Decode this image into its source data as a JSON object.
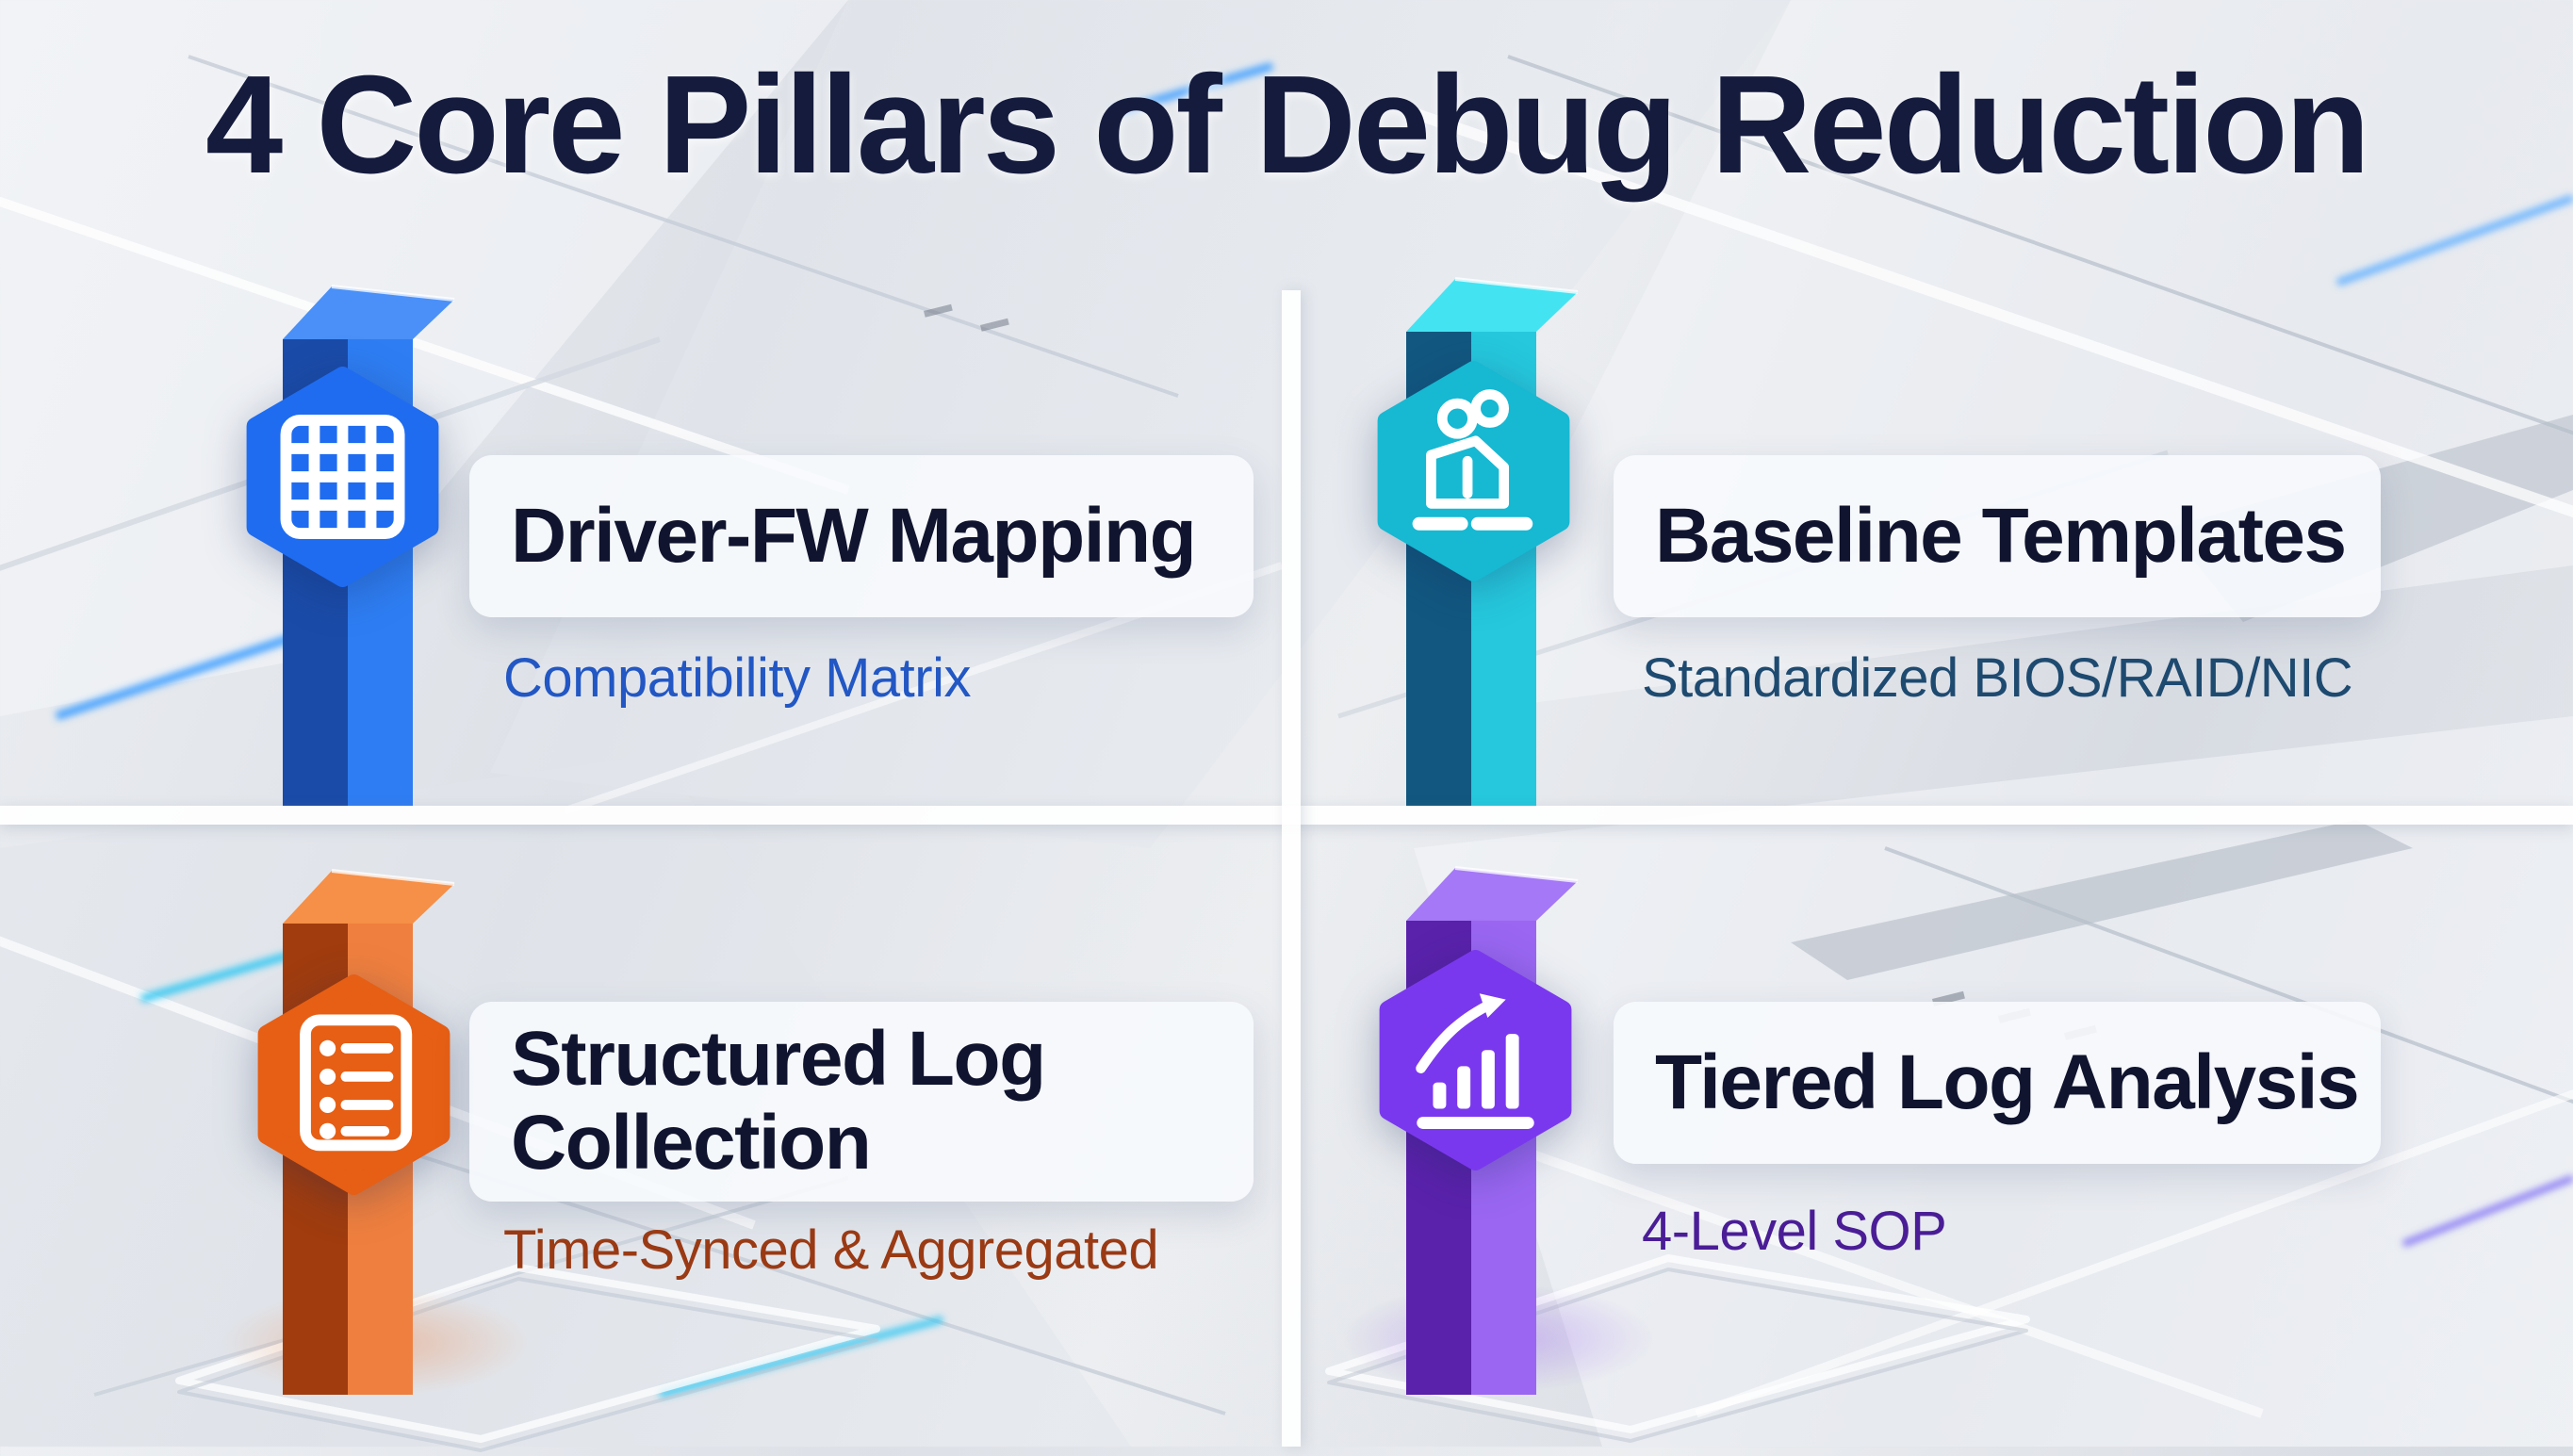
{
  "title": "4 Core Pillars of Debug Reduction",
  "style": {
    "title_color": "#151b3d",
    "heading_color": "#10142e",
    "card_background": "rgba(247,250,253,0.9)",
    "divider_color": "#ffffff",
    "background_base": "#e3e7ec"
  },
  "pillars": [
    {
      "id": "driver-fw-mapping",
      "heading": "Driver-FW Mapping",
      "subtitle": "Compatibility Matrix",
      "icon": "grid-matrix-icon",
      "colors": {
        "hex": "#1f6cf0",
        "face": "#2e7df2",
        "side": "#1a4ba8",
        "cap": "#4a90f8",
        "subtitle": "#2257c4"
      }
    },
    {
      "id": "baseline-templates",
      "heading": "Baseline Templates",
      "subtitle": "Standardized BIOS/RAID/NIC",
      "icon": "laptop-nodes-icon",
      "colors": {
        "hex": "#17b8d2",
        "face": "#25c8dd",
        "side": "#11577f",
        "cap": "#43e3f2",
        "subtitle": "#1e4a70"
      }
    },
    {
      "id": "structured-log-collection",
      "heading": "Structured Log Collection",
      "subtitle": "Time-Synced & Aggregated",
      "icon": "log-list-icon",
      "colors": {
        "hex": "#e65f15",
        "face": "#ef7f3e",
        "side": "#a03c0e",
        "cap": "#f68f47",
        "subtitle": "#9a3a14"
      }
    },
    {
      "id": "tiered-log-analysis",
      "heading": "Tiered Log Analysis",
      "subtitle": "4-Level SOP",
      "icon": "bar-chart-growth-icon",
      "colors": {
        "hex": "#7a38ee",
        "face": "#9a66f2",
        "side": "#5a21ab",
        "cap": "#a478f6",
        "subtitle": "#4a1d96"
      }
    }
  ]
}
